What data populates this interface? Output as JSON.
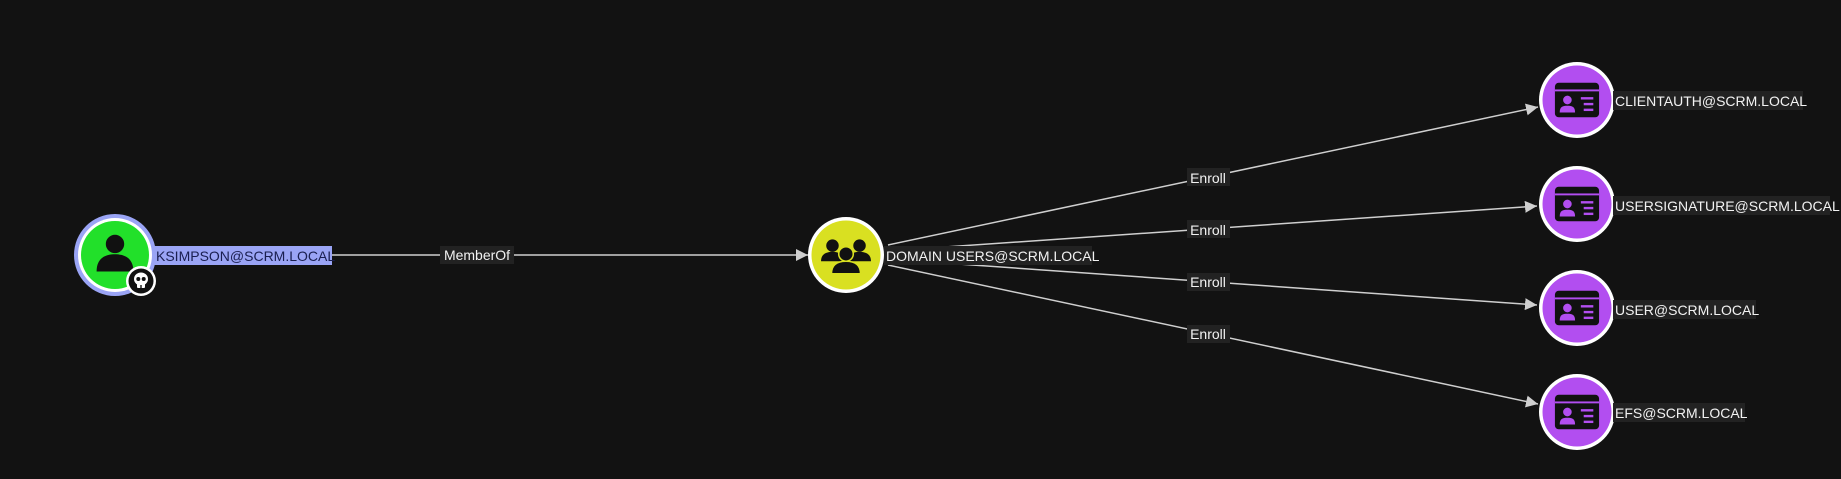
{
  "graph": {
    "nodes": {
      "ksimpson": {
        "label": "KSIMPSON@SCRM.LOCAL",
        "type": "user",
        "color": "#22e02a",
        "highlight_color": "#9aa4f5",
        "badge": "skull-icon"
      },
      "domain_users": {
        "label": "DOMAIN USERS@SCRM.LOCAL",
        "type": "group",
        "color": "#d9e021"
      },
      "clientauth": {
        "label": "CLIENTAUTH@SCRM.LOCAL",
        "type": "cert-template",
        "color": "#b24ef0"
      },
      "usersignature": {
        "label": "USERSIGNATURE@SCRM.LOCAL",
        "type": "cert-template",
        "color": "#b24ef0"
      },
      "user": {
        "label": "USER@SCRM.LOCAL",
        "type": "cert-template",
        "color": "#b24ef0"
      },
      "efs": {
        "label": "EFS@SCRM.LOCAL",
        "type": "cert-template",
        "color": "#b24ef0"
      }
    },
    "edges": {
      "memberof": {
        "label": "MemberOf",
        "from": "ksimpson",
        "to": "domain_users"
      },
      "enroll_clientauth": {
        "label": "Enroll",
        "from": "domain_users",
        "to": "clientauth"
      },
      "enroll_usersignature": {
        "label": "Enroll",
        "from": "domain_users",
        "to": "usersignature"
      },
      "enroll_user": {
        "label": "Enroll",
        "from": "domain_users",
        "to": "user"
      },
      "enroll_efs": {
        "label": "Enroll",
        "from": "domain_users",
        "to": "efs"
      }
    }
  }
}
